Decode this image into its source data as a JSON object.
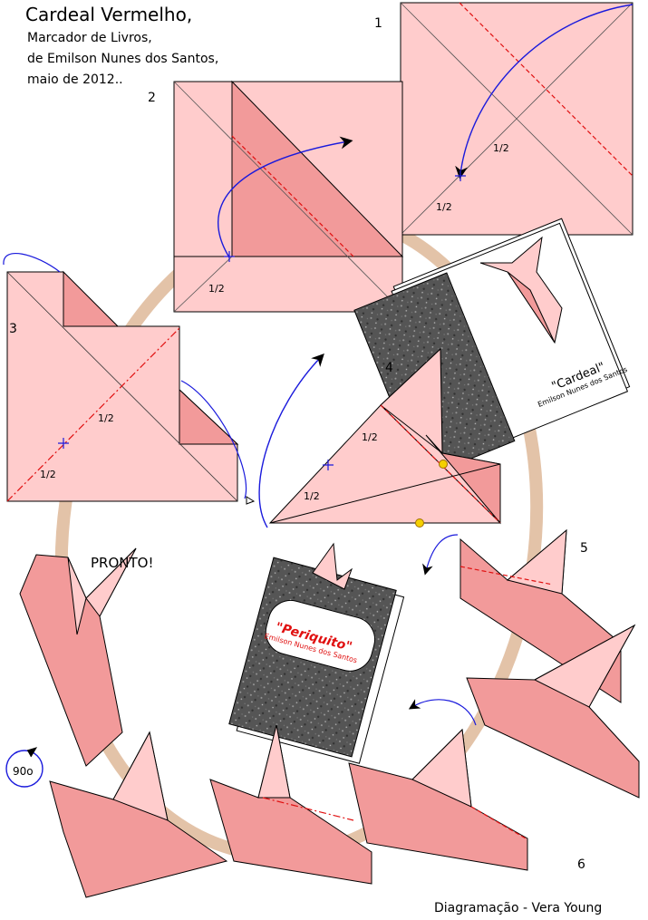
{
  "header": {
    "title": "Cardeal Vermelho,",
    "line1": "Marcador de Livros,",
    "line2": "de Emilson Nunes dos Santos,",
    "line3": "maio de 2012.."
  },
  "steps": {
    "s1": "1",
    "s2": "2",
    "s3": "3",
    "s4": "4",
    "s5": "5",
    "s6": "6"
  },
  "fraction": "1/2",
  "done_label": "PRONTO!",
  "rotation_label": "90o",
  "book1": {
    "title": "\"Cardeal\"",
    "author": "Emilson Nunes dos Santos"
  },
  "book2": {
    "title": "\"Periquito\"",
    "author": "Emilson Nunes dos Santos"
  },
  "credit": "Diagramação - Vera Young",
  "colors": {
    "paper_light": "#ffcccc",
    "paper_dark": "#f29a9a",
    "loop": "#e3c3a8",
    "arrow": "#1a1adc",
    "fold_line": "#e01010",
    "marker": "#f5d000"
  }
}
